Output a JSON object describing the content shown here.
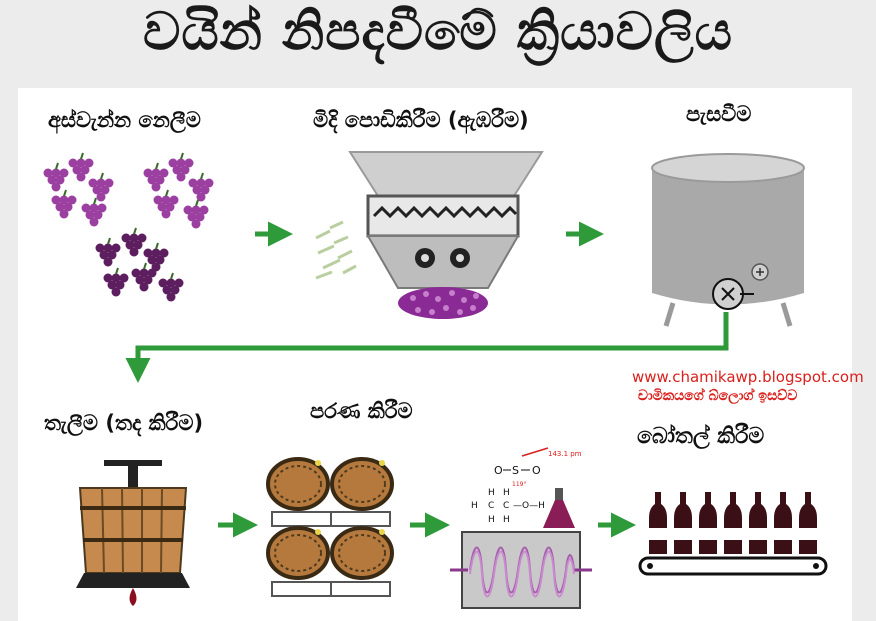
{
  "title": "වයින් නිපදවීමේ ක්‍රියාවලිය",
  "steps": {
    "harvest": "අස්වැන්න නෙලීම",
    "crush": "මිදි පොඩිකිරීම (ඇඹරීම)",
    "ferment": "පැසවීම",
    "press": "තැලීම (තද කිරීම)",
    "aging": "පරණ කිරීම",
    "bottling": "බෝතල් කිරීම"
  },
  "watermark": {
    "url": "www.chamikawp.blogspot.com",
    "blog": "චාමිකයගේ බ්ලොග් ඉසව්ව"
  },
  "molecule": {
    "bond_length": "143.1 pm",
    "angle": "119°",
    "atom_s": "S",
    "atom_o": "O",
    "atom_h": "H",
    "atom_c": "C",
    "ethanol_tail": "—O—H"
  },
  "colors": {
    "arrow": "#2e9a3a",
    "grape_light": "#9b3fa0",
    "grape_dark": "#5c1e5e",
    "barrel": "#b5793e",
    "bottle": "#3b0f16",
    "tank": "#a9a9a9"
  }
}
